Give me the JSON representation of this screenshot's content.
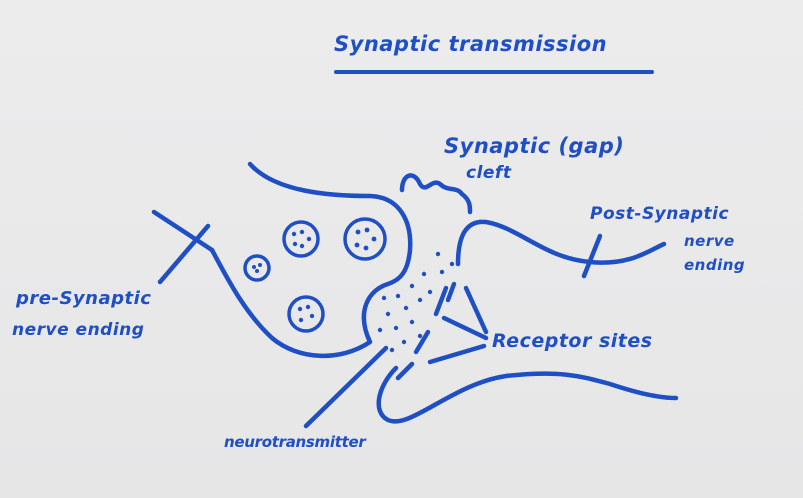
{
  "ink_color": "#1f4fc4",
  "title": "Synaptic transmission",
  "labels": {
    "cleft_line1": "Synaptic (gap)",
    "cleft_line2": "cleft",
    "post_line1": "Post-Synaptic",
    "post_line2": "nerve",
    "post_line3": "ending",
    "pre_line1": "pre-Synaptic",
    "pre_line2": "nerve ending",
    "receptor": "Receptor sites",
    "neurotransmitter": "neurotransmitter"
  }
}
